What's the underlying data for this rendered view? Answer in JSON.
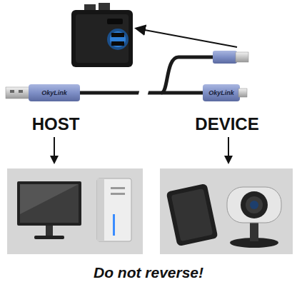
{
  "diagram": {
    "caption": "Do not reverse!",
    "labels": [
      "OkyLink",
      "HOST",
      "OkyLink",
      "DEVICE"
    ]
  }
}
